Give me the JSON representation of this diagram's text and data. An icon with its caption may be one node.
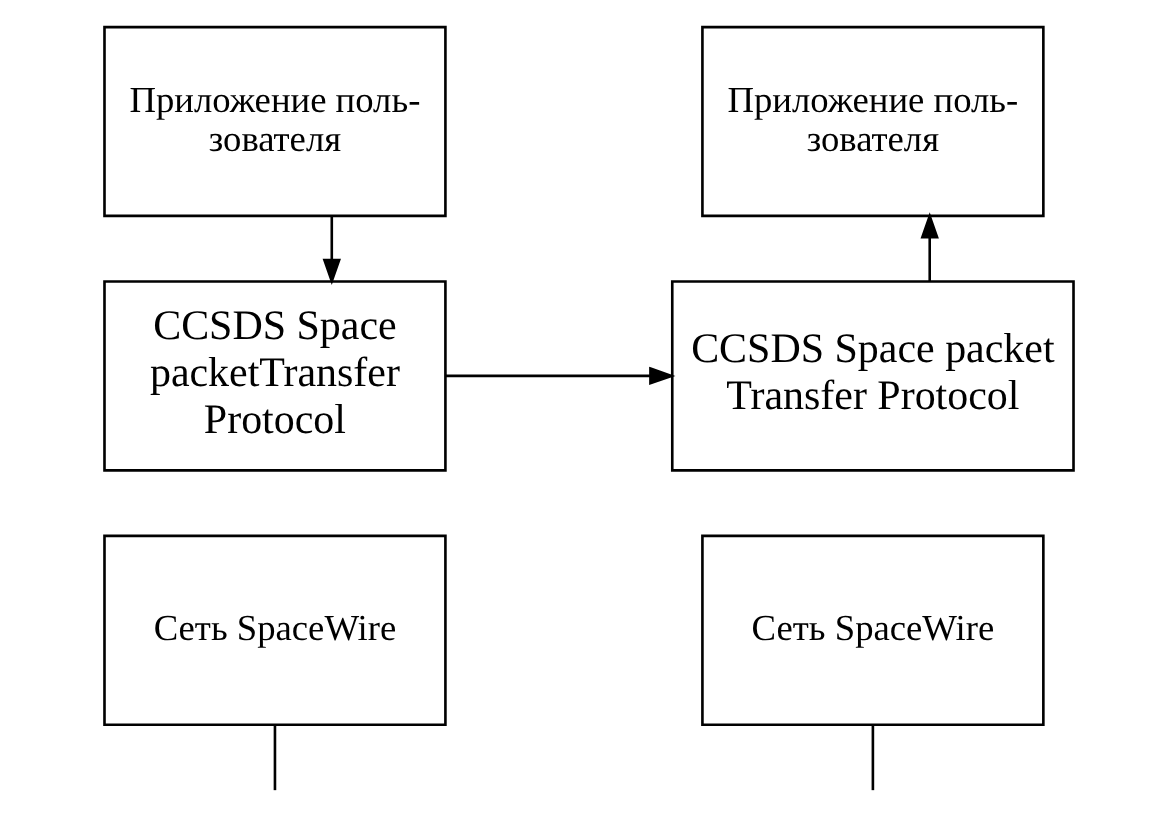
{
  "diagram": {
    "nodes": [
      {
        "text": [
          "Приложение поль- зователя"
        ]
      },
      {
        "text": [
          "CCSDS Space packetTransfer Protocol"
        ]
      },
      {
        "text": [
          "Сеть SpaceWire"
        ]
      },
      {
        "text": [
          "Приложение поль- зователя"
        ]
      },
      {
        "text": [
          "CCSDS Space packet Transfer Protocol"
        ]
      },
      {
        "text": [
          "Сеть SpaceWire"
        ]
      }
    ],
    "edges": [
      {
        "from": 0,
        "to": 1,
        "arrow": "to"
      },
      {
        "from": 1,
        "to": 4,
        "arrow": "to"
      },
      {
        "from": 4,
        "to": 3,
        "arrow": "to"
      },
      {
        "from": 2,
        "to": null,
        "arrow": "none"
      },
      {
        "from": 5,
        "to": null,
        "arrow": "none"
      }
    ]
  }
}
